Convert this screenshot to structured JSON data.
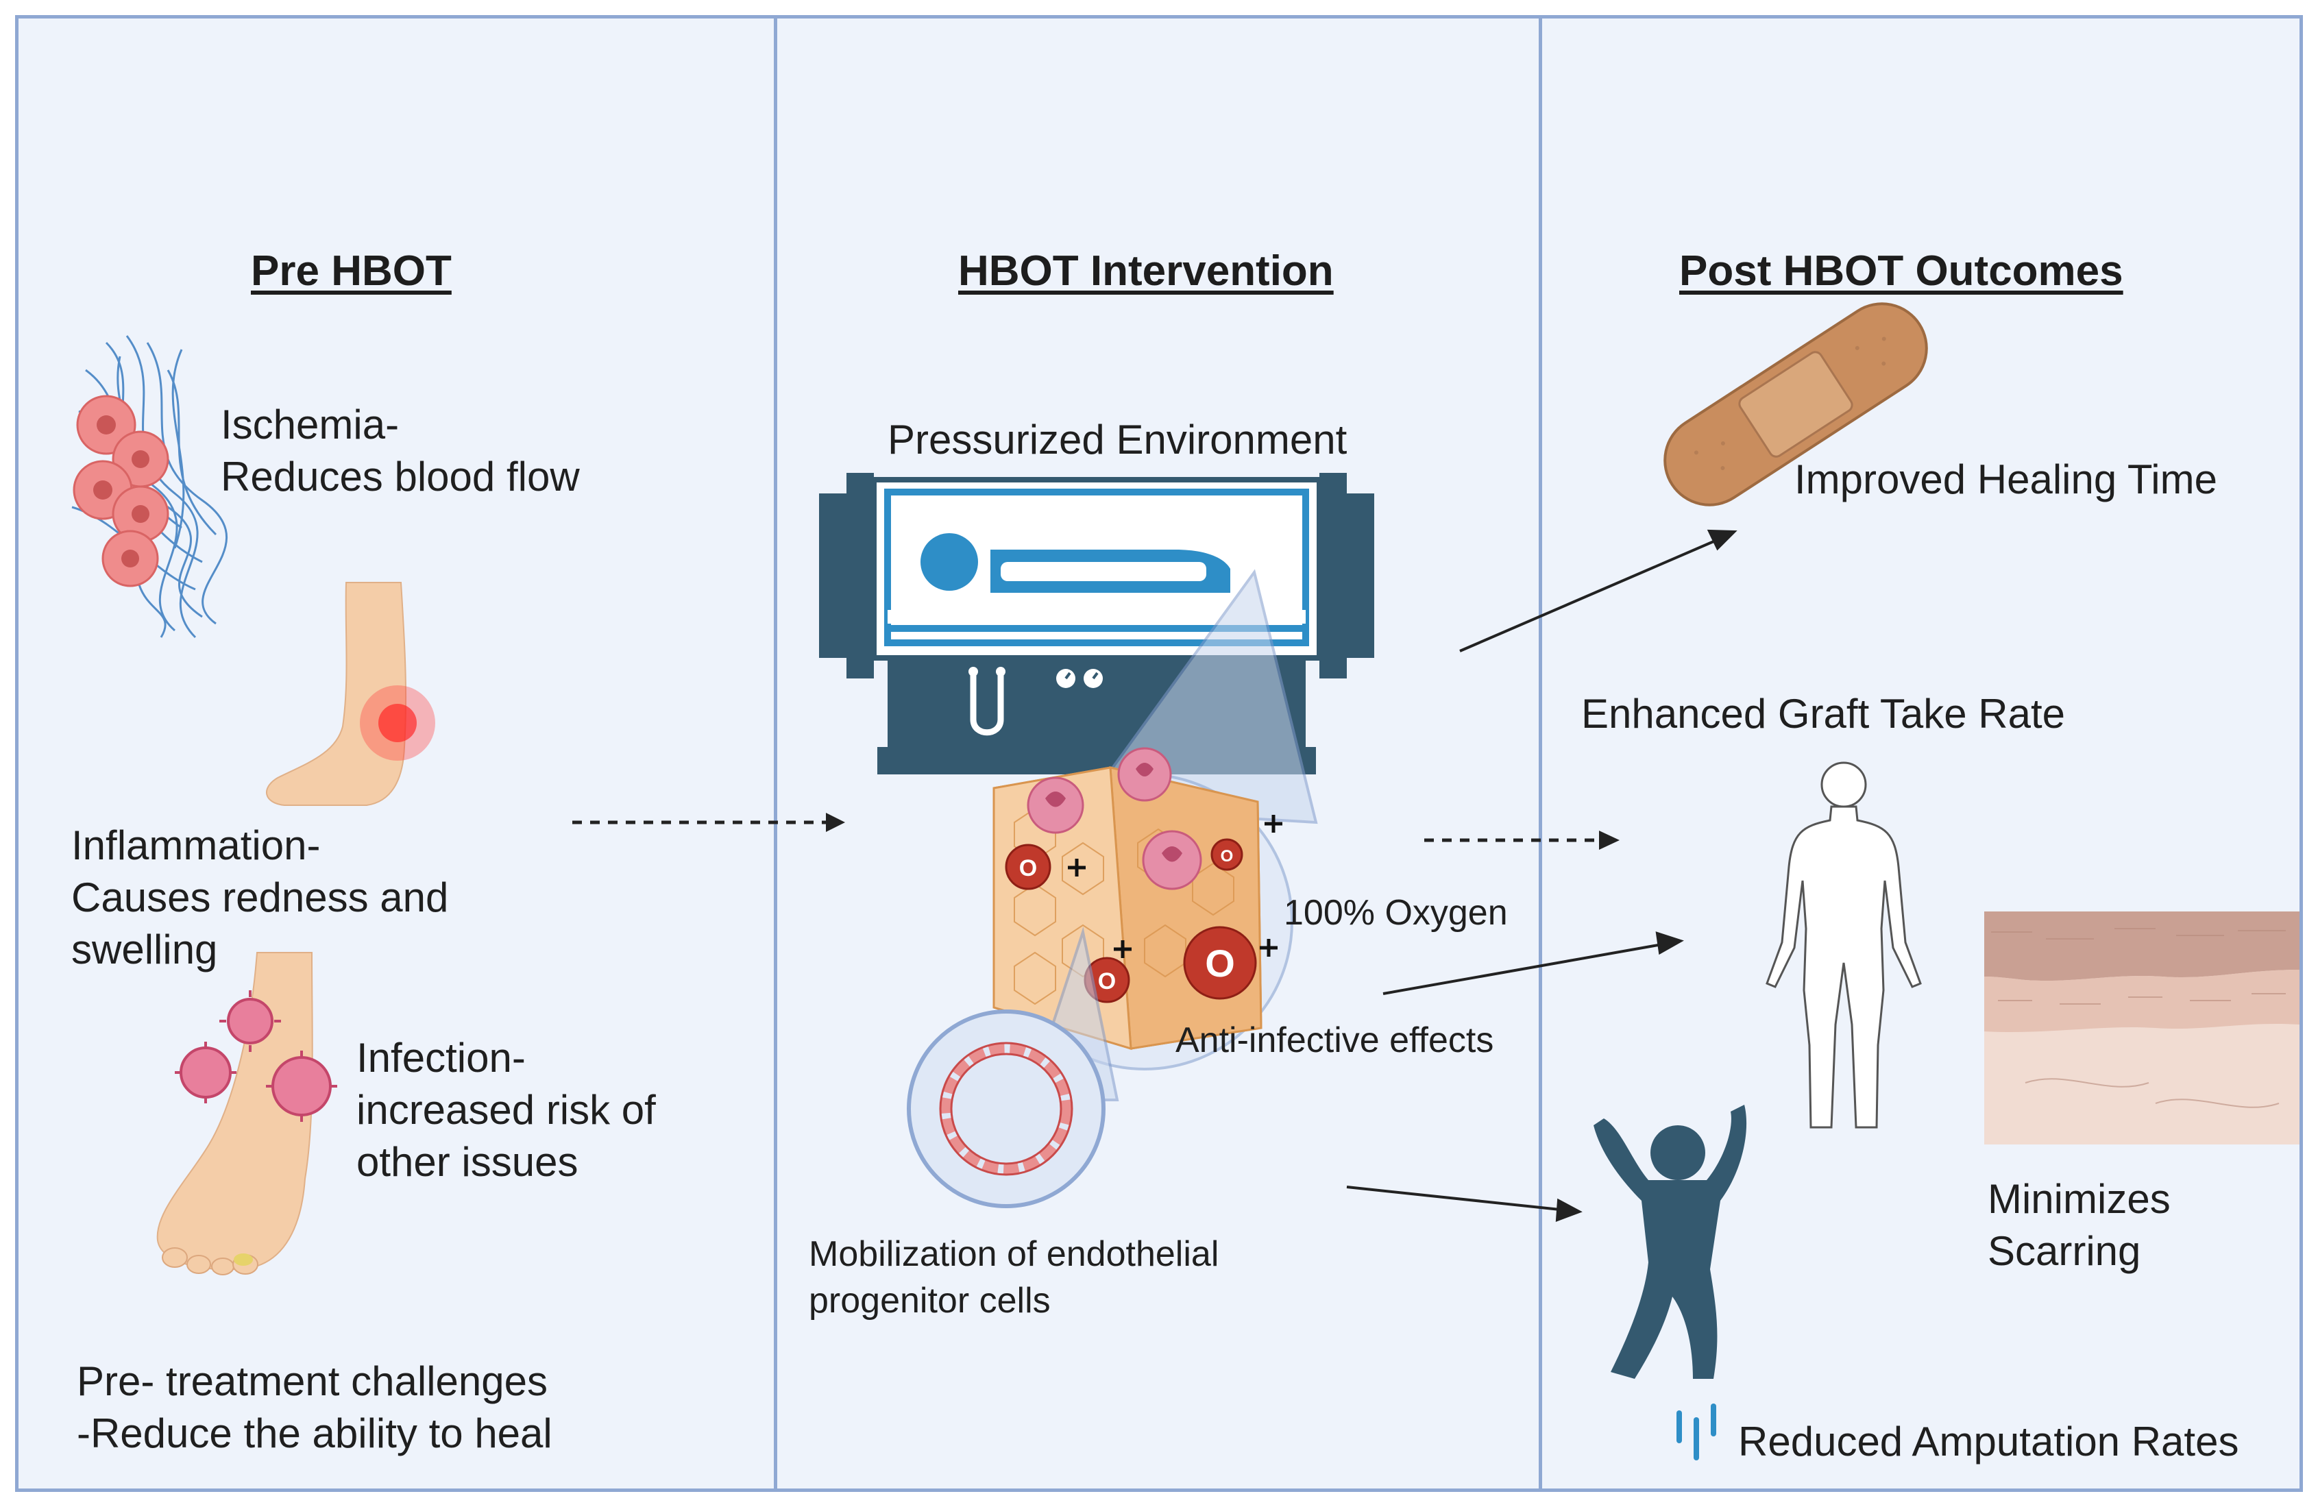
{
  "pre": {
    "heading": "Pre HBOT",
    "ischemia": [
      "Ischemia-",
      "Reduces blood flow"
    ],
    "inflammation": [
      "Inflammation-",
      "Causes redness and",
      "swelling"
    ],
    "infection": [
      "Infection-",
      "increased risk of",
      "other issues"
    ],
    "challenges": [
      "Pre- treatment challenges",
      "-Reduce the ability to heal"
    ]
  },
  "intervention": {
    "heading": "HBOT Intervention",
    "pressurized": "Pressurized Environment",
    "oxygen": "100% Oxygen",
    "antiinfective": "Anti-infective effects",
    "mobilization": [
      "Mobilization of endothelial",
      "progenitor cells"
    ]
  },
  "post": {
    "heading": "Post HBOT Outcomes",
    "healing": "Improved Healing Time",
    "graft": "Enhanced Graft Take Rate",
    "scarring": [
      "Minimizes",
      "Scarring"
    ],
    "amputation": "Reduced Amputation Rates"
  },
  "colors": {
    "panel_bg": "#eef3fb",
    "panel_border": "#8fa8d3",
    "chamber": "#34596f",
    "chamber_window": "#2e8ec7",
    "oxygen_red": "#c0392b",
    "cell_pink": "#e58ea8",
    "tissue": "#f3c493",
    "bandage": "#c98d5e"
  },
  "icons": [
    "vessel-cells-icon",
    "inflamed-leg-icon",
    "infected-foot-icon",
    "hbot-chamber-icon",
    "tissue-cube-icon",
    "blood-vessel-icon",
    "bandage-icon",
    "human-body-icon",
    "skin-layer-icon",
    "jumping-person-icon"
  ]
}
